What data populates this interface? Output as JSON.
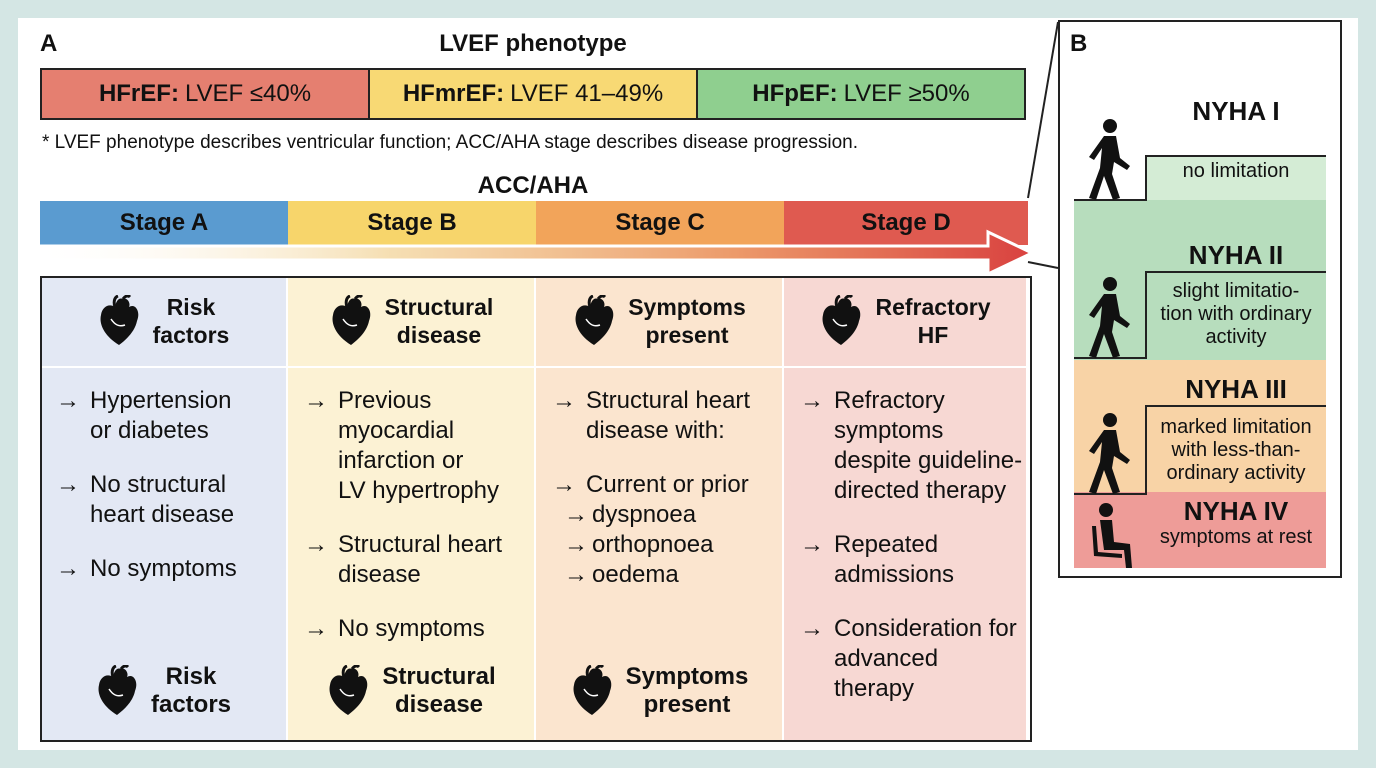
{
  "panel_a": {
    "letter": "A",
    "lvef_title": "LVEF phenotype",
    "lvef": [
      {
        "name": "HFrEF:",
        "value": "LVEF ≤40%",
        "color": "#e57f70"
      },
      {
        "name": "HFmrEF:",
        "value": "LVEF 41–49%",
        "color": "#f8d974"
      },
      {
        "name": "HFpEF:",
        "value": "LVEF ≥50%",
        "color": "#8fcf8f"
      }
    ],
    "footnote": "* LVEF phenotype describes ventricular function; ACC/AHA stage describes disease progression.",
    "acc_title": "ACC/AHA",
    "stages": [
      {
        "name": "Stage A",
        "header_color": "#5a9bd0",
        "bg_color": "#e3e8f4",
        "top_label": [
          "Risk",
          "factors"
        ],
        "items": [
          {
            "lines": [
              "Hypertension",
              "or diabetes"
            ]
          },
          {
            "lines": [
              "No structural",
              "heart disease"
            ]
          },
          {
            "lines": [
              "No symptoms"
            ]
          }
        ],
        "bottom_label": [
          "Risk",
          "factors"
        ]
      },
      {
        "name": "Stage B",
        "header_color": "#f7d56b",
        "bg_color": "#fcf2d4",
        "top_label": [
          "Structural",
          "disease"
        ],
        "items": [
          {
            "lines": [
              "Previous",
              "myocardial",
              "infarction or",
              "LV hypertrophy"
            ]
          },
          {
            "lines": [
              "Structural heart",
              "disease"
            ]
          },
          {
            "lines": [
              "No symptoms"
            ]
          }
        ],
        "bottom_label": [
          "Structural",
          "disease"
        ]
      },
      {
        "name": "Stage C",
        "header_color": "#f2a45a",
        "bg_color": "#fbe5cf",
        "top_label": [
          "Symptoms",
          "present"
        ],
        "items": [
          {
            "lines": [
              "Structural heart",
              "disease with:"
            ]
          },
          {
            "lines": [
              "Current or prior"
            ],
            "sub": [
              "dyspnoea",
              "orthopnoea",
              "oedema"
            ]
          }
        ],
        "bottom_label": [
          "Symptoms",
          "present"
        ]
      },
      {
        "name": "Stage D",
        "header_color": "#df5a50",
        "bg_color": "#f7d8d3",
        "top_label": [
          "Refractory",
          "HF"
        ],
        "items": [
          {
            "lines": [
              "Refractory",
              "symptoms",
              "despite guideline-",
              "directed therapy"
            ]
          },
          {
            "lines": [
              "Repeated",
              "admissions"
            ]
          },
          {
            "lines": [
              "Consideration for",
              "advanced",
              "therapy"
            ]
          }
        ],
        "bottom_label": null
      }
    ],
    "arrow_glyph": "→"
  },
  "panel_b": {
    "letter": "B",
    "classes": [
      {
        "name": "NYHA I",
        "text": [
          "no limitation"
        ],
        "color": "#d4ecd5"
      },
      {
        "name": "NYHA II",
        "text": [
          "slight limitatio-",
          "tion with ordinary",
          "activity"
        ],
        "color": "#b7ddbd"
      },
      {
        "name": "NYHA III",
        "text": [
          "marked limitation",
          "with less-than-",
          "ordinary activity"
        ],
        "color": "#f8d3a6"
      },
      {
        "name": "NYHA IV",
        "text": [
          "symptoms at rest"
        ],
        "color": "#ee9c98"
      }
    ]
  }
}
